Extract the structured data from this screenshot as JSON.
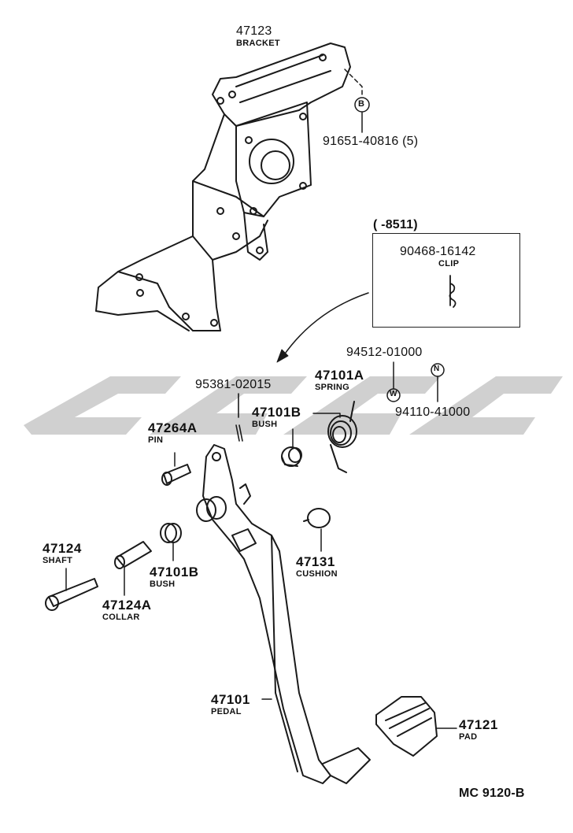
{
  "labels": {
    "bracket_num": "47123",
    "bracket_name": "BRACKET",
    "bolt_num": "91651-40816 (5)",
    "bolt_marker": "B",
    "date_range": "(      -8511)",
    "clip_num": "90468-16142",
    "clip_name": "CLIP",
    "washer_num": "94512-01000",
    "washer_marker": "W",
    "nut_marker": "N",
    "nut_num": "94110-41000",
    "cotter_num": "95381-02015",
    "spring_num": "47101A",
    "spring_name": "SPRING",
    "bush_top_num": "47101B",
    "bush_top_name": "BUSH",
    "pin_num": "47264A",
    "pin_name": "PIN",
    "shaft_num": "47124",
    "shaft_name": "SHAFT",
    "collar_num": "47124A",
    "collar_name": "COLLAR",
    "bush_low_num": "47101B",
    "bush_low_name": "BUSH",
    "cushion_num": "47131",
    "cushion_name": "CUSHION",
    "pedal_num": "47101",
    "pedal_name": "PEDAL",
    "pad_num": "47121",
    "pad_name": "PAD",
    "ref_code": "MC 9120-B"
  },
  "watermark_color": "#c8c8c8",
  "line_color": "#1a1a1a"
}
